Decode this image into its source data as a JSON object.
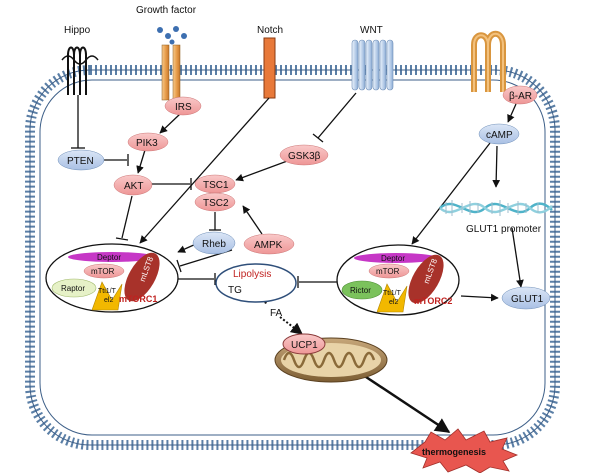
{
  "receptors": {
    "hippo": "Hippo",
    "growth_factor": "Growth factor",
    "notch": "Notch",
    "wnt": "WNT",
    "beta_ar": "β-AR"
  },
  "nodes": {
    "irs": "IRS",
    "pik3": "PIK3",
    "pten": "PTEN",
    "akt": "AKT",
    "tsc1": "TSC1",
    "tsc2": "TSC2",
    "gsk3b": "GSK3β",
    "rheb": "Rheb",
    "ampk": "AMPK",
    "camp": "cAMP",
    "glut1_promoter": "GLUT1 promoter",
    "glut1": "GLUT1",
    "ucp1": "UCP1",
    "thermogenesis": "thermogenesis"
  },
  "mtorc1": {
    "deptor": "Deptor",
    "mtor": "mTOR",
    "raptor": "Raptor",
    "tti1_tel2": [
      "Tti1/T",
      "el2"
    ],
    "mlst8": "mLST8",
    "name": "mTORC1"
  },
  "mtorc2": {
    "deptor": "Deptor",
    "mtor": "mTOR",
    "rictor": "Rictor",
    "tti1_tel2": [
      "Tti1/T",
      "el2"
    ],
    "mlst8": "mLST8",
    "name": "mTORC2"
  },
  "lipolysis": {
    "title": "Lipolysis",
    "tg": "TG",
    "fa": "FA"
  },
  "colors": {
    "membrane": "#5b7fa6",
    "pink_node": "#f2a6a6",
    "blue_node": "#b9cdea",
    "deptor": "#c637c6",
    "mlst8": "#a8322a",
    "tti": "#f2b800",
    "raptor": "#e6f1c7",
    "rictor": "#7bc25c",
    "mtorc_label": "#c0211f",
    "thermo": "#e8564f"
  }
}
